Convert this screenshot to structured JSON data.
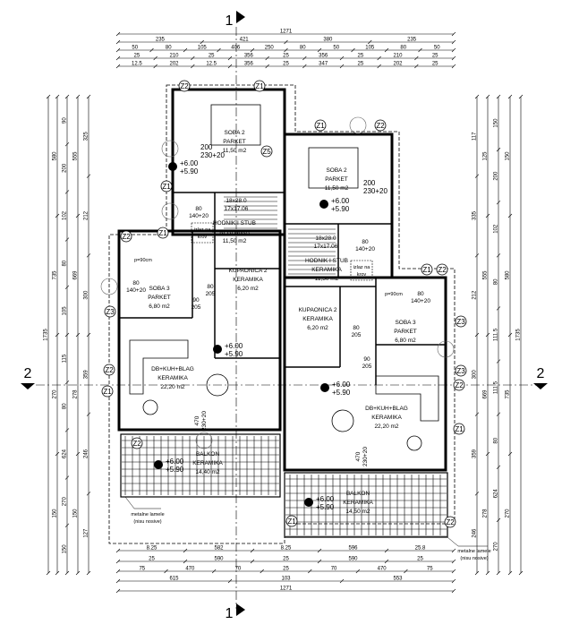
{
  "section_markers": {
    "top": "1",
    "bottom": "1",
    "left": "2",
    "right": "2"
  },
  "dims_top": [
    [
      "1271"
    ],
    [
      "235",
      "421",
      "380",
      "235"
    ],
    [
      "50",
      "80",
      "105",
      "406",
      "250",
      "80",
      "50",
      "105",
      "80",
      "50"
    ],
    [
      "25",
      "210",
      "25",
      "356",
      "25",
      "356",
      "25",
      "210",
      "25"
    ],
    [
      "12.5",
      "202",
      "12.5",
      "356",
      "25",
      "347",
      "25",
      "202",
      "25"
    ]
  ],
  "dims_bottom": [
    [
      "8.25",
      "582",
      "8.25",
      "596",
      "25.8"
    ],
    [
      "25",
      "590",
      "25",
      "590",
      "25"
    ],
    [
      "75",
      "470",
      "70",
      "25",
      "70",
      "470",
      "75"
    ],
    [
      "615",
      "103",
      "553"
    ],
    [
      "1271"
    ]
  ],
  "dims_left": [
    [
      "1735"
    ],
    [
      "580",
      "735",
      "270",
      "150"
    ],
    [
      "90",
      "200",
      "102",
      "80",
      "105",
      "115",
      "80",
      "624",
      "270",
      "150"
    ],
    [
      "555",
      "669",
      "278",
      "150"
    ],
    [
      "325",
      "212",
      "300",
      "359",
      "246",
      "127"
    ]
  ],
  "dims_right": [
    [
      "117",
      "335",
      "212",
      "300",
      "359",
      "246"
    ],
    [
      "125",
      "555",
      "669",
      "278"
    ],
    [
      "150",
      "200",
      "102",
      "80",
      "111.5",
      "111.5",
      "80",
      "624",
      "270"
    ],
    [
      "150",
      "580",
      "735",
      "270"
    ],
    [
      "1735"
    ]
  ],
  "rooms": [
    {
      "name": "SOBA 2",
      "floor": "PARKET",
      "area": "11,50 m2"
    },
    {
      "name": "SOBA 2",
      "floor": "PARKET",
      "area": "11,50 m2"
    },
    {
      "name": "HODNIK I STUB",
      "floor": "KERAMIKA",
      "area": "11,50 m2"
    },
    {
      "name": "HODNIK I STUB",
      "floor": "KERAMIKA",
      "area": "11,50 m2"
    },
    {
      "name": "KUPAONICA 2",
      "floor": "KERAMIKA",
      "area": "6,20 m2"
    },
    {
      "name": "KUPAONICA 2",
      "floor": "KERAMIKA",
      "area": "6,20 m2"
    },
    {
      "name": "SOBA 3",
      "floor": "PARKET",
      "area": "6,80 m2"
    },
    {
      "name": "SOBA 3",
      "floor": "PARKET",
      "area": "6,80 m2"
    },
    {
      "name": "DB+KUH+BLAG",
      "floor": "KERAMIKA",
      "area": "22,20 m2"
    },
    {
      "name": "DB+KUH+BLAG",
      "floor": "KERAMIKA",
      "area": "22,20 m2"
    },
    {
      "name": "BALKON",
      "floor": "KERAMIKA",
      "area": "14,40 m2"
    },
    {
      "name": "BALKON",
      "floor": "KERAMIKA",
      "area": "14,50 m2"
    }
  ],
  "elevation": {
    "top": "+6.00",
    "bottom": "+5.90"
  },
  "stairs": {
    "steps_a": "18x28.0",
    "steps_b": "17x17.06"
  },
  "roof_exit": {
    "line1": "izlaz na",
    "line2": "krov"
  },
  "openings": {
    "window_large": {
      "w": "200",
      "h": "230+20"
    },
    "window_small": {
      "w": "80",
      "h": "140+20"
    },
    "door": {
      "w": "90",
      "h": "205"
    },
    "door_bath": {
      "w": "80",
      "h": "205"
    },
    "sill": "p=90cm",
    "balcony_door": {
      "w": "470",
      "h": "230+20"
    }
  },
  "note": {
    "line1": "metalne lamele",
    "line2": "(nisu nosive)"
  },
  "tags": [
    "Z1",
    "Z2",
    "Z3",
    "Z5"
  ]
}
